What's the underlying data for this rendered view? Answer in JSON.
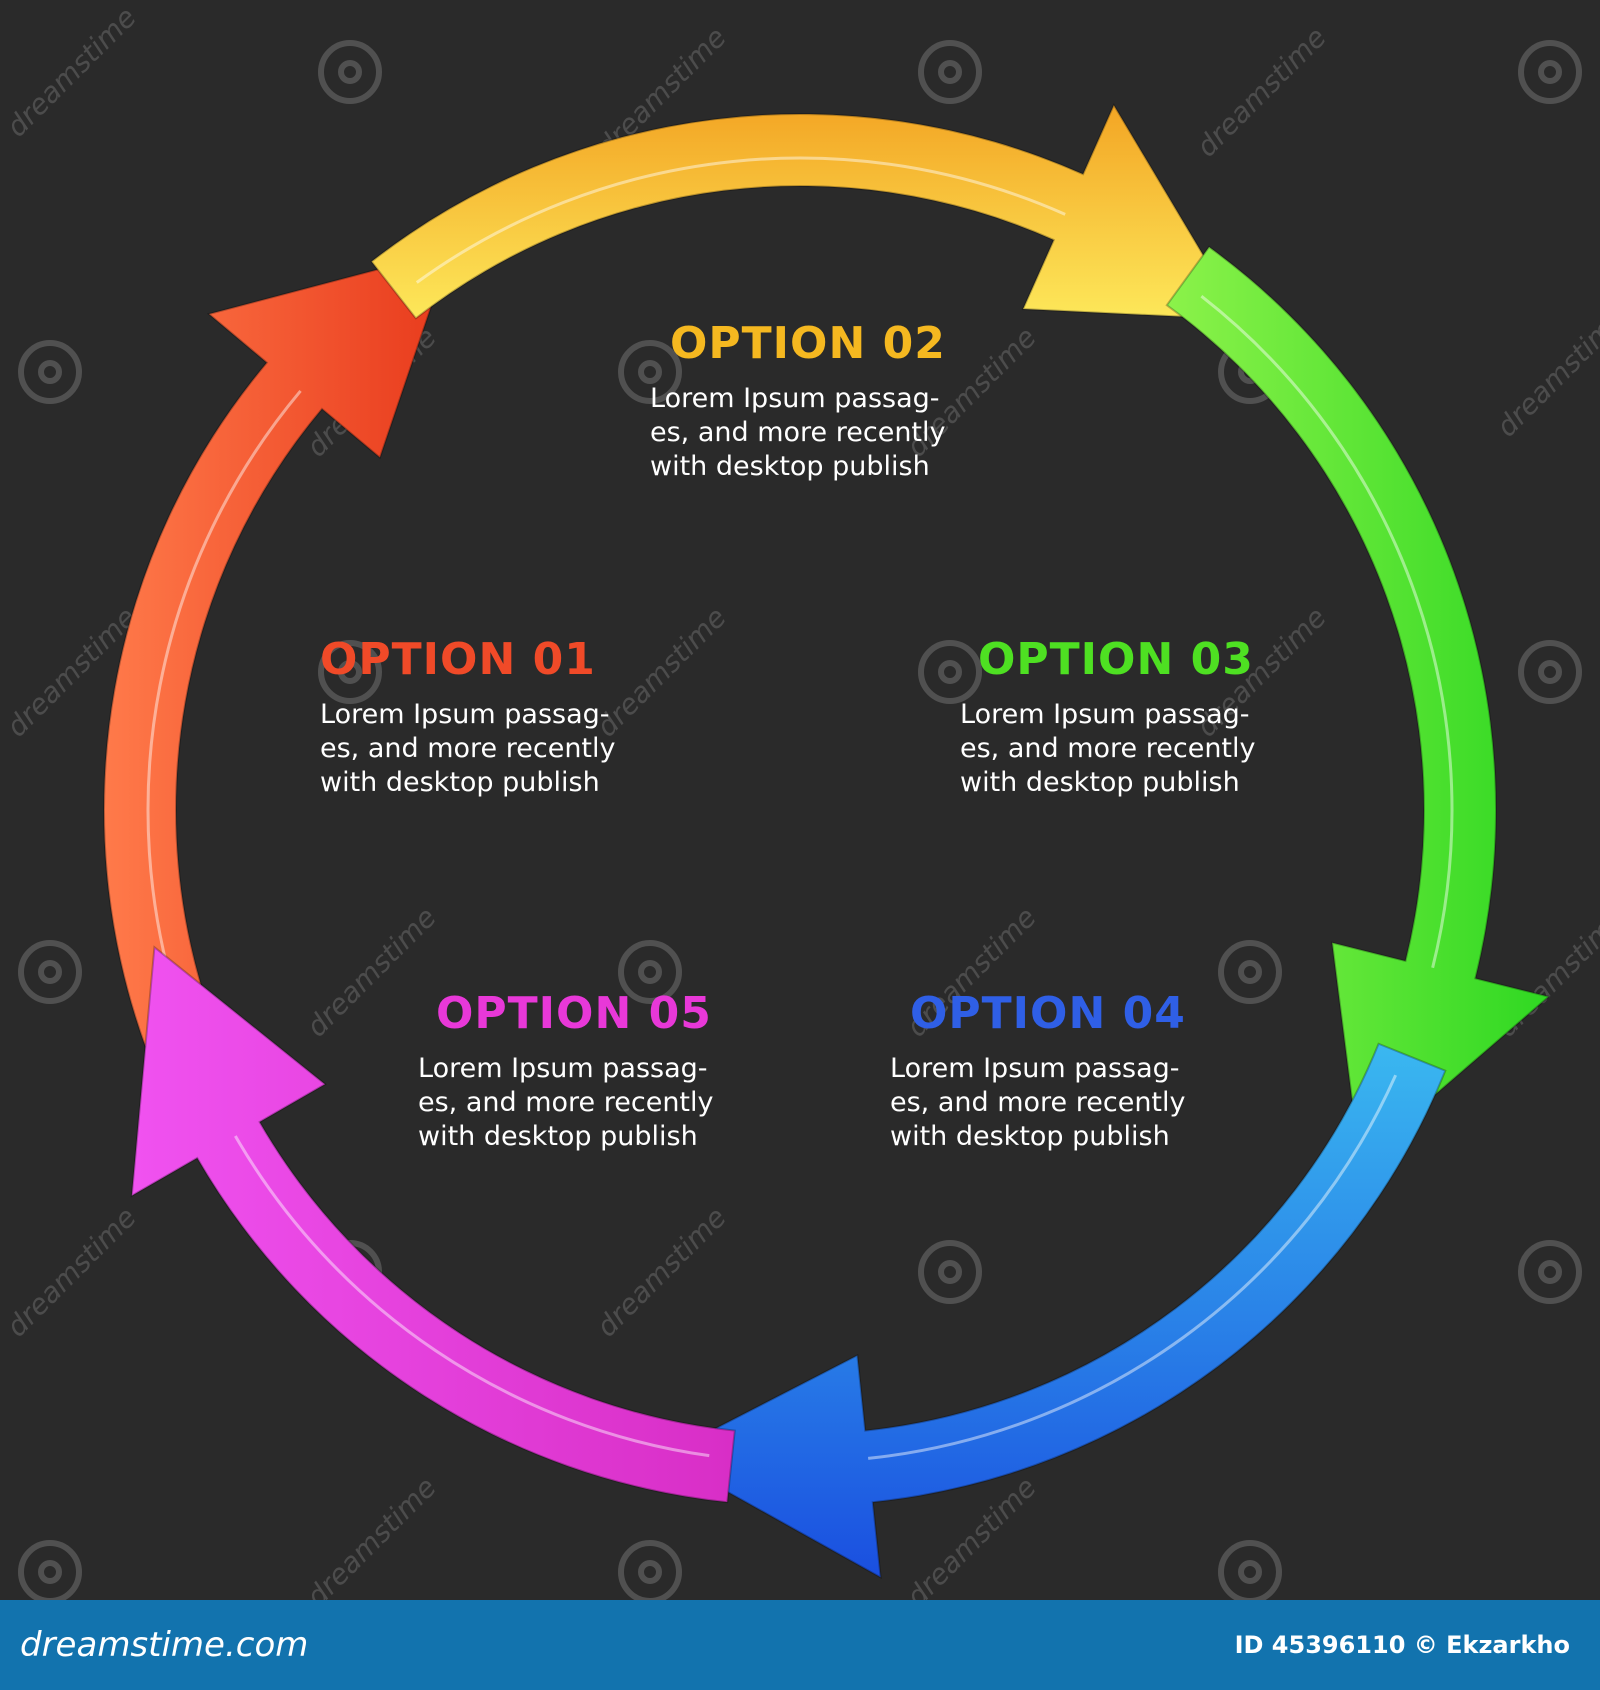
{
  "diagram": {
    "options": [
      {
        "id": "01",
        "title": "OPTION 01",
        "color": "#f04a28",
        "lines": [
          "Lorem Ipsum passag-",
          "es, and more recently",
          "with desktop publish"
        ]
      },
      {
        "id": "02",
        "title": "OPTION 02",
        "color": "#f5b820",
        "lines": [
          "Lorem Ipsum passag-",
          "es, and more recently",
          "with desktop publish"
        ]
      },
      {
        "id": "03",
        "title": "OPTION 03",
        "color": "#4ee022",
        "lines": [
          "Lorem Ipsum passag-",
          "es, and more recently",
          "with desktop publish"
        ]
      },
      {
        "id": "04",
        "title": "OPTION 04",
        "color": "#2f5fe6",
        "lines": [
          "Lorem Ipsum passag-",
          "es, and more recently",
          "with desktop publish"
        ]
      },
      {
        "id": "05",
        "title": "OPTION 05",
        "color": "#e838d8",
        "lines": [
          "Lorem Ipsum passag-",
          "es, and more recently",
          "with desktop publish"
        ]
      }
    ],
    "arrow_colors": {
      "red": "#f24a2c",
      "yellow": "#f7c12a",
      "green": "#45e324",
      "blue": "#2e8fe8",
      "magenta": "#e83ae0"
    },
    "background": "#2a2a2a"
  },
  "watermark": {
    "text": "dreamstime",
    "icon": "spiral-icon"
  },
  "footer": {
    "brand": "dreamstime.com",
    "credit": "ID 45396110 © Ekzarkho",
    "background": "#1273ae"
  }
}
